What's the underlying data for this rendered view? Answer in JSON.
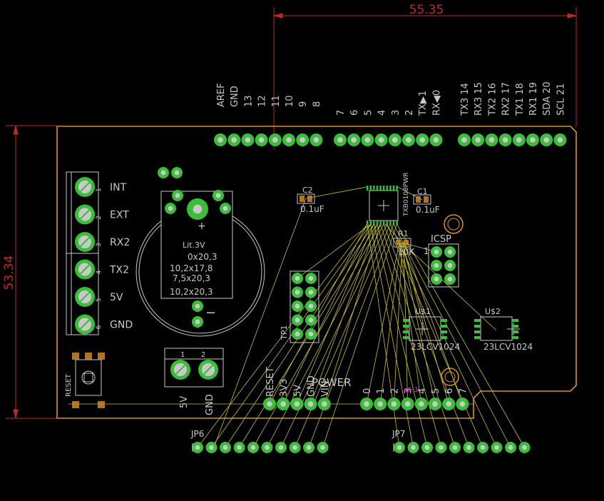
{
  "colors": {
    "background": "#000000",
    "outline": "#d9912c",
    "dimension": "#c02828",
    "pad_fill": "#3bbf3b",
    "pad_hole": "#c9c9c9",
    "silk": "#c8c8c8",
    "airwire": "#c8c036",
    "value_text": "#c8c8c8",
    "highlight": "#d040d0"
  },
  "dimensions": {
    "width_label": "55.35",
    "height_label": "53.34"
  },
  "headers": {
    "left_top_labels": [
      "AREF",
      "GND",
      "13",
      "12",
      "11",
      "10",
      "9",
      "8"
    ],
    "middle_top_labels": [
      "7",
      "6",
      "5",
      "4",
      "3",
      "2",
      "TX▶1",
      "RX◀0"
    ],
    "right_top_labels": [
      "TX3 14",
      "RX3 15",
      "TX2 16",
      "RX2 17",
      "TX1 18",
      "RX1 19",
      "SDA 20",
      "SCL 21"
    ],
    "power_labels": [
      "RESET",
      "3V3",
      "5V",
      "GND",
      "VIN"
    ],
    "power_title": "POWER",
    "analog_labels": [
      "0",
      "1",
      "2",
      "3",
      "4",
      "5",
      "6",
      "7"
    ],
    "jp6_name": "JP6",
    "jp7_name": "JP7"
  },
  "terminal": {
    "labels": [
      "INT",
      "EXT",
      "RX2",
      "TX2",
      "5V",
      "GND"
    ],
    "pin_numbers": [
      "1",
      "2",
      "3",
      "4",
      "5",
      "6"
    ]
  },
  "battery": {
    "name": "Lit.3V",
    "plus": "+",
    "minus": "−",
    "sizes": [
      "0x20,3",
      "10,2x17,8",
      "7,5x20,3",
      "10,2x20,3"
    ]
  },
  "components": {
    "c2_name": "C2",
    "c2_value": "0.1uF",
    "c1_name": "C1",
    "c1_value": "0.1uF",
    "ic_name": "TXB0108PWR",
    "r1_name": "R1",
    "r1_value": "10K",
    "icsp_name": "ICSP",
    "icsp_pin1": "1",
    "tp1_name": "TP1",
    "u1_name": "U$1",
    "u1_value": "23LCV1024",
    "u2_name": "U$2",
    "u2_value": "23LCV1024",
    "reset_label": "RESET",
    "power_terminal_pins": [
      "1",
      "2"
    ],
    "power_terminal_labels": [
      "5V",
      "GND"
    ],
    "analog_highlight": "a0-3"
  }
}
